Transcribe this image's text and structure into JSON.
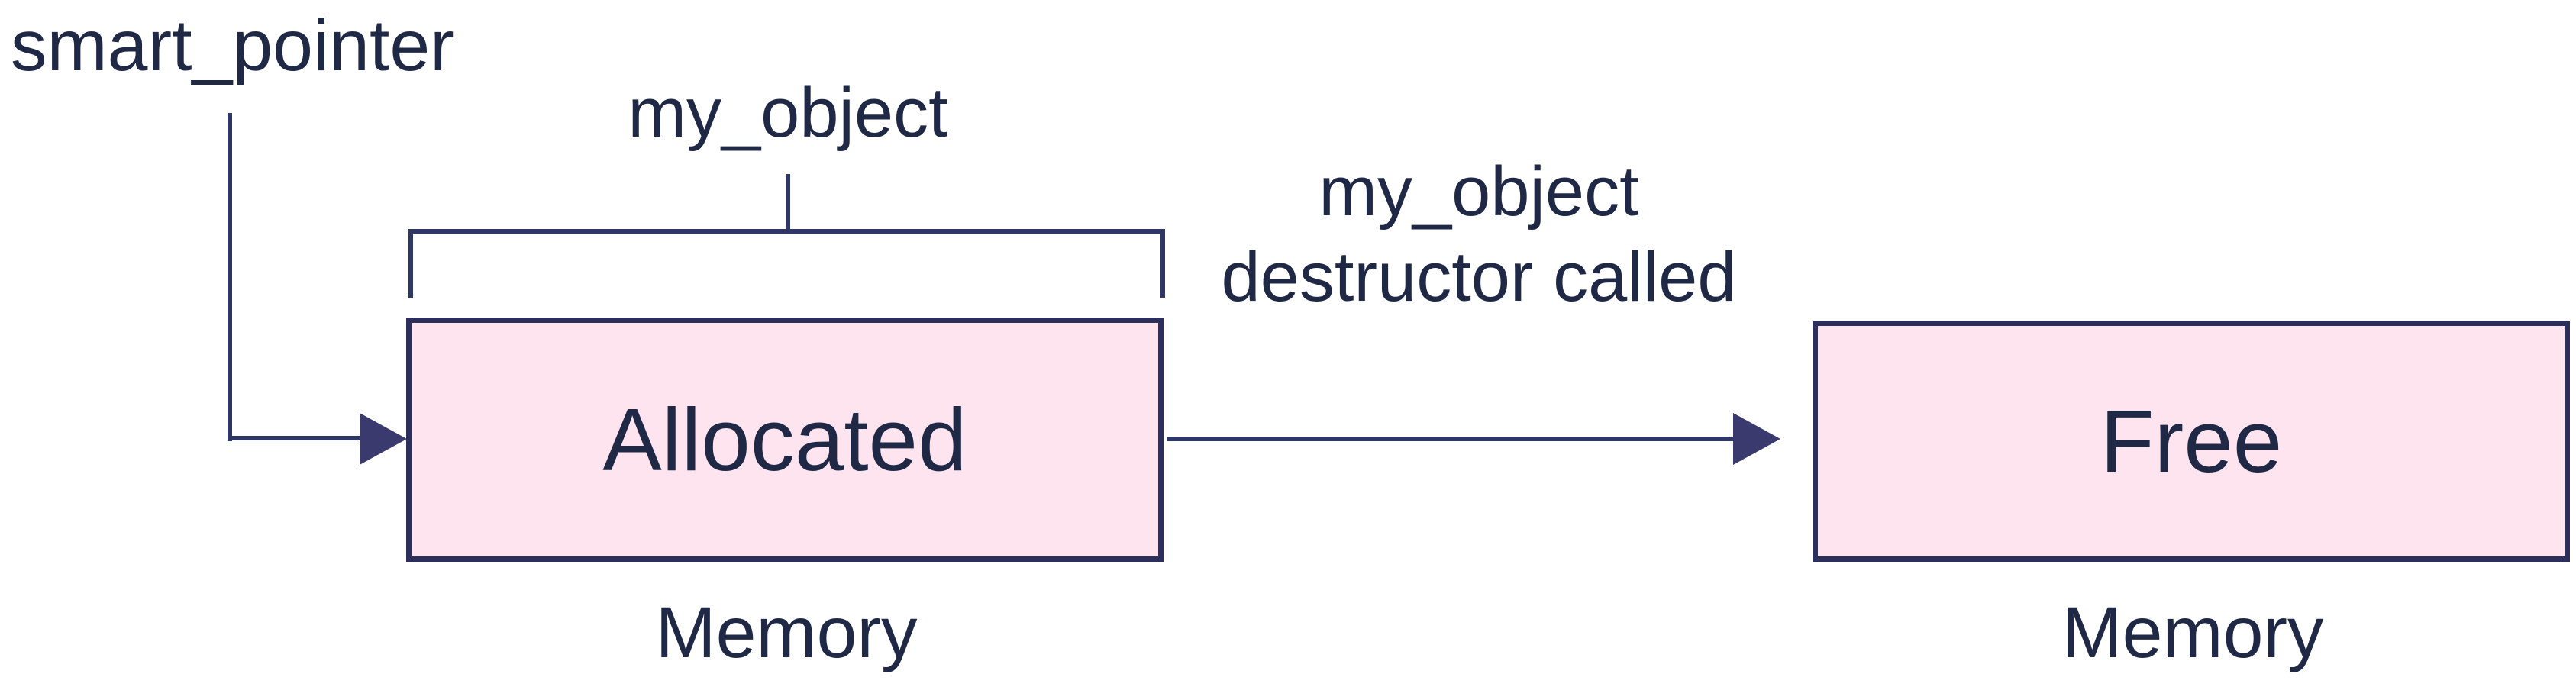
{
  "diagram": {
    "title_hint": "smart pointer memory lifecycle diagram",
    "colors": {
      "background": "#ffffff",
      "line": "#2f3765",
      "arrowhead": "#3a3a6e",
      "box_border": "#2c2f5b",
      "box_fill": "#fee4ef",
      "text": "#1f2845"
    },
    "pointer_label": "smart_pointer",
    "object_label": "my_object",
    "transition_label_line1": "my_object",
    "transition_label_line2": "destructor called",
    "allocated_box": {
      "label": "Allocated",
      "caption": "Memory"
    },
    "free_box": {
      "label": "Free",
      "caption": "Memory"
    }
  }
}
